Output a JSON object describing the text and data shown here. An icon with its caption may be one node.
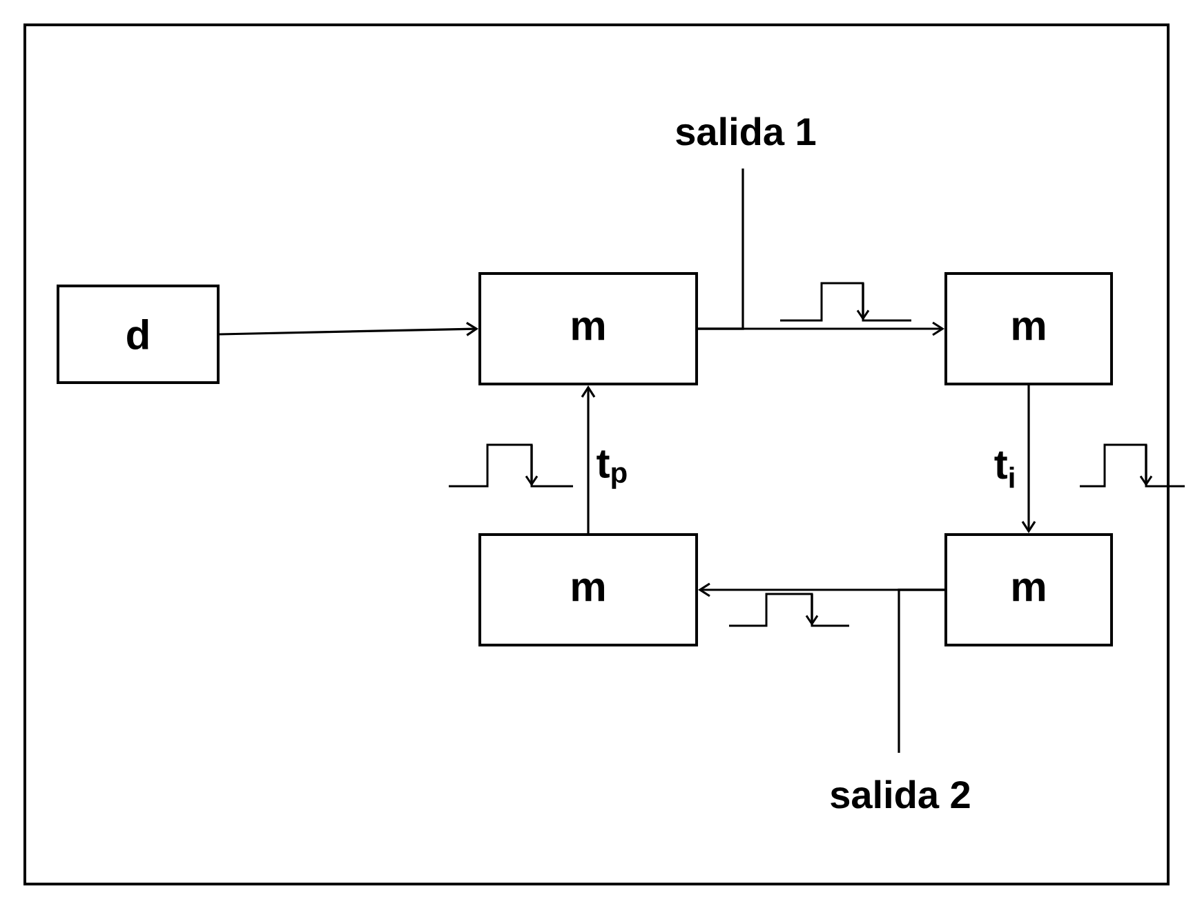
{
  "diagram": {
    "nodes": [
      {
        "text": [
          "d"
        ]
      },
      {
        "text": [
          "m"
        ]
      },
      {
        "text": [
          "m"
        ]
      },
      {
        "text": [
          "m"
        ]
      },
      {
        "text": [
          "m"
        ]
      },
      {
        "text": [
          "salida 1"
        ]
      },
      {
        "text": [
          "salida 2"
        ]
      }
    ],
    "edges": [
      {
        "from": 0,
        "to": 1,
        "arrow": "to"
      },
      {
        "from": 1,
        "to": 2,
        "arrow": "to"
      },
      {
        "from": 1,
        "to": 5,
        "arrow": "none"
      },
      {
        "from": 2,
        "to": 3,
        "arrow": "to",
        "label": "t$_{i}$"
      },
      {
        "from": 3,
        "to": 4,
        "arrow": "to"
      },
      {
        "from": 3,
        "to": 6,
        "arrow": "none"
      },
      {
        "from": 4,
        "to": 1,
        "arrow": "to",
        "label": "t$_{p}$"
      }
    ]
  }
}
